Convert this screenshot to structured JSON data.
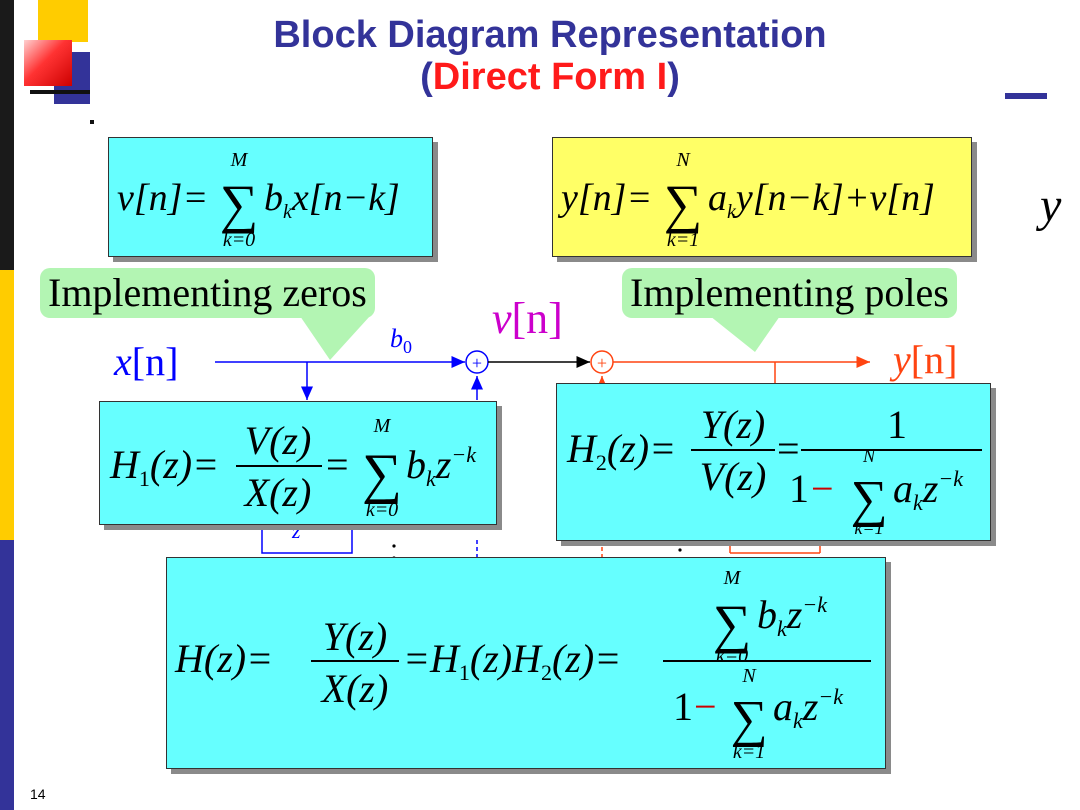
{
  "slide": {
    "title_line1": "Block Diagram Representation",
    "title_line2_open": "(",
    "title_line2_red": "Direct Form I",
    "title_line2_close": ")",
    "page_number": "14"
  },
  "callouts": {
    "zeros": "Implementing zeros",
    "poles": "Implementing poles"
  },
  "signals": {
    "input": "x",
    "intermediate": "v",
    "output": "y",
    "index": "[n]",
    "coef_b0": "b",
    "coef_b0_sub": "0",
    "adder_symbol": "+",
    "delay": "z",
    "edge_glyph": "y"
  },
  "equations": {
    "v_eq": {
      "lhs": "v[n]=",
      "sum_top": "M",
      "sum_bottom": "k=0",
      "body": "b",
      "body_sub": "k",
      "tail": "x[n−k]"
    },
    "y_eq": {
      "lhs": "y[n]=",
      "sum_top": "N",
      "sum_bottom": "k=1",
      "body": "a",
      "body_sub": "k",
      "tail": "y[n−k]+v[n]"
    },
    "h1": {
      "lhs": "H",
      "lhs_sub": "1",
      "arg": "(z)=",
      "num": "V(z)",
      "den": "X(z)",
      "eq": "=",
      "sum_top": "M",
      "sum_bottom": "k=0",
      "body": "b",
      "body_sub": "k",
      "tail": "z",
      "tail_sup": "−k"
    },
    "h2": {
      "lhs": "H",
      "lhs_sub": "2",
      "arg": "(z)=",
      "num": "Y(z)",
      "den": "V(z)",
      "eq": "=",
      "num2": "1",
      "one": "1",
      "minus": "−",
      "sum_top": "N",
      "sum_bottom": "k=1",
      "body": "a",
      "body_sub": "k",
      "tail": "z",
      "tail_sup": "−k"
    },
    "h": {
      "lhs": "H(z)=",
      "num": "Y(z)",
      "den": "X(z)",
      "mid": "=H",
      "mid_sub1": "1",
      "mid2": "(z)H",
      "mid_sub2": "2",
      "mid3": "(z)=",
      "n_top": "M",
      "n_bottom": "k=0",
      "n_body": "b",
      "n_body_sub": "k",
      "n_tail": "z",
      "n_tail_sup": "−k",
      "one": "1",
      "minus": "−",
      "d_top": "N",
      "d_bottom": "k=1",
      "d_body": "a",
      "d_body_sub": "k",
      "d_tail": "z",
      "d_tail_sup": "−k"
    }
  },
  "colors": {
    "title": "#333399",
    "title_red": "#ff1a1a",
    "cyan_box": "#66ffff",
    "yellow_box": "#ffff66",
    "callout": "#b3f5b3",
    "blue_path": "#0000ff",
    "orange_path": "#ff4411",
    "magenta": "#cc00cc"
  }
}
